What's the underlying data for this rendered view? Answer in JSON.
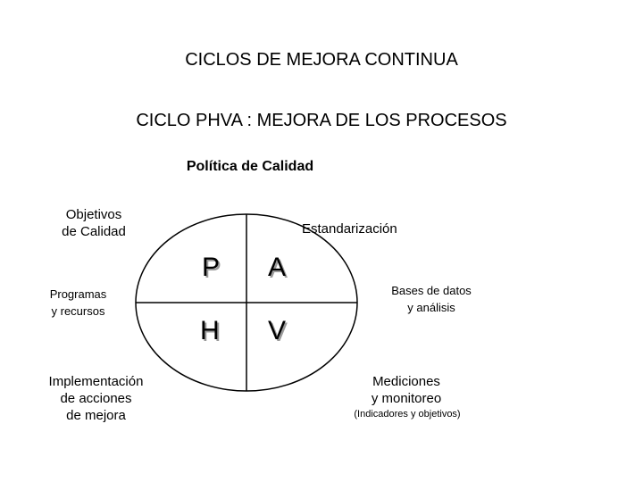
{
  "title": "CICLOS DE MEJORA CONTINUA",
  "subtitle": "CICLO PHVA :  MEJORA DE LOS PROCESOS",
  "policy": "Política de Calidad",
  "labels": {
    "objetivos_1": "Objetivos",
    "objetivos_2": "de Calidad",
    "estandarizacion": "Estandarización",
    "programas_1": "Programas",
    "programas_2": "y recursos",
    "bases_1": "Bases de datos",
    "bases_2": "y análisis",
    "implementacion_1": "Implementación",
    "implementacion_2": "de acciones",
    "implementacion_3": "de mejora",
    "mediciones_1": "Mediciones",
    "mediciones_2": "y monitoreo",
    "indicadores": "(Indicadores y objetivos)"
  },
  "cycle": {
    "p": "P",
    "a": "A",
    "h": "H",
    "v": "V"
  }
}
